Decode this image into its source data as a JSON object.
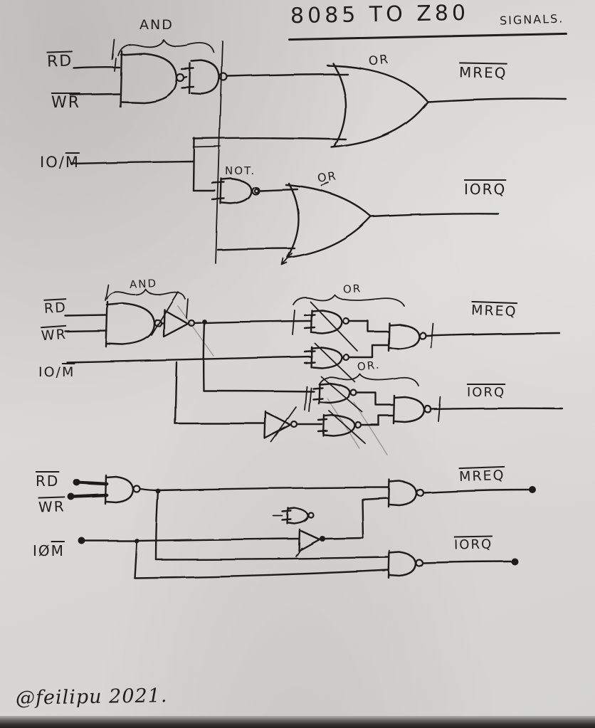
{
  "title": {
    "main": "8085 TO Z80",
    "sub": "SIGNALS."
  },
  "signature": "@feilipu 2021.",
  "colors": {
    "ink": "#1f1e1c",
    "paper": "#d7d6d4"
  },
  "circuit1": {
    "and_label": "AND",
    "not_label": "NOT.",
    "or_mreq_label": "OR",
    "or_iorq_label": "OR",
    "inputs": {
      "rd": "RD",
      "wr": "WR",
      "iom_pre": "IO/",
      "iom_over": "M"
    },
    "outputs": {
      "mreq": "MREQ",
      "iorq": "IORQ"
    }
  },
  "circuit2": {
    "and_label": "AND",
    "or_mreq_label": "OR",
    "or_iorq_label": "OR.",
    "inputs": {
      "rd": "RD",
      "wr": "WR",
      "iom_pre": "IO/",
      "iom_over": "M"
    },
    "outputs": {
      "mreq": "MREQ",
      "iorq": "IORQ"
    }
  },
  "circuit3": {
    "inputs": {
      "rd": "RD",
      "wr": "WR",
      "iom_pre": "IØ",
      "iom_over": "M"
    },
    "outputs": {
      "mreq": "MREQ",
      "iorq": "IORQ"
    }
  }
}
